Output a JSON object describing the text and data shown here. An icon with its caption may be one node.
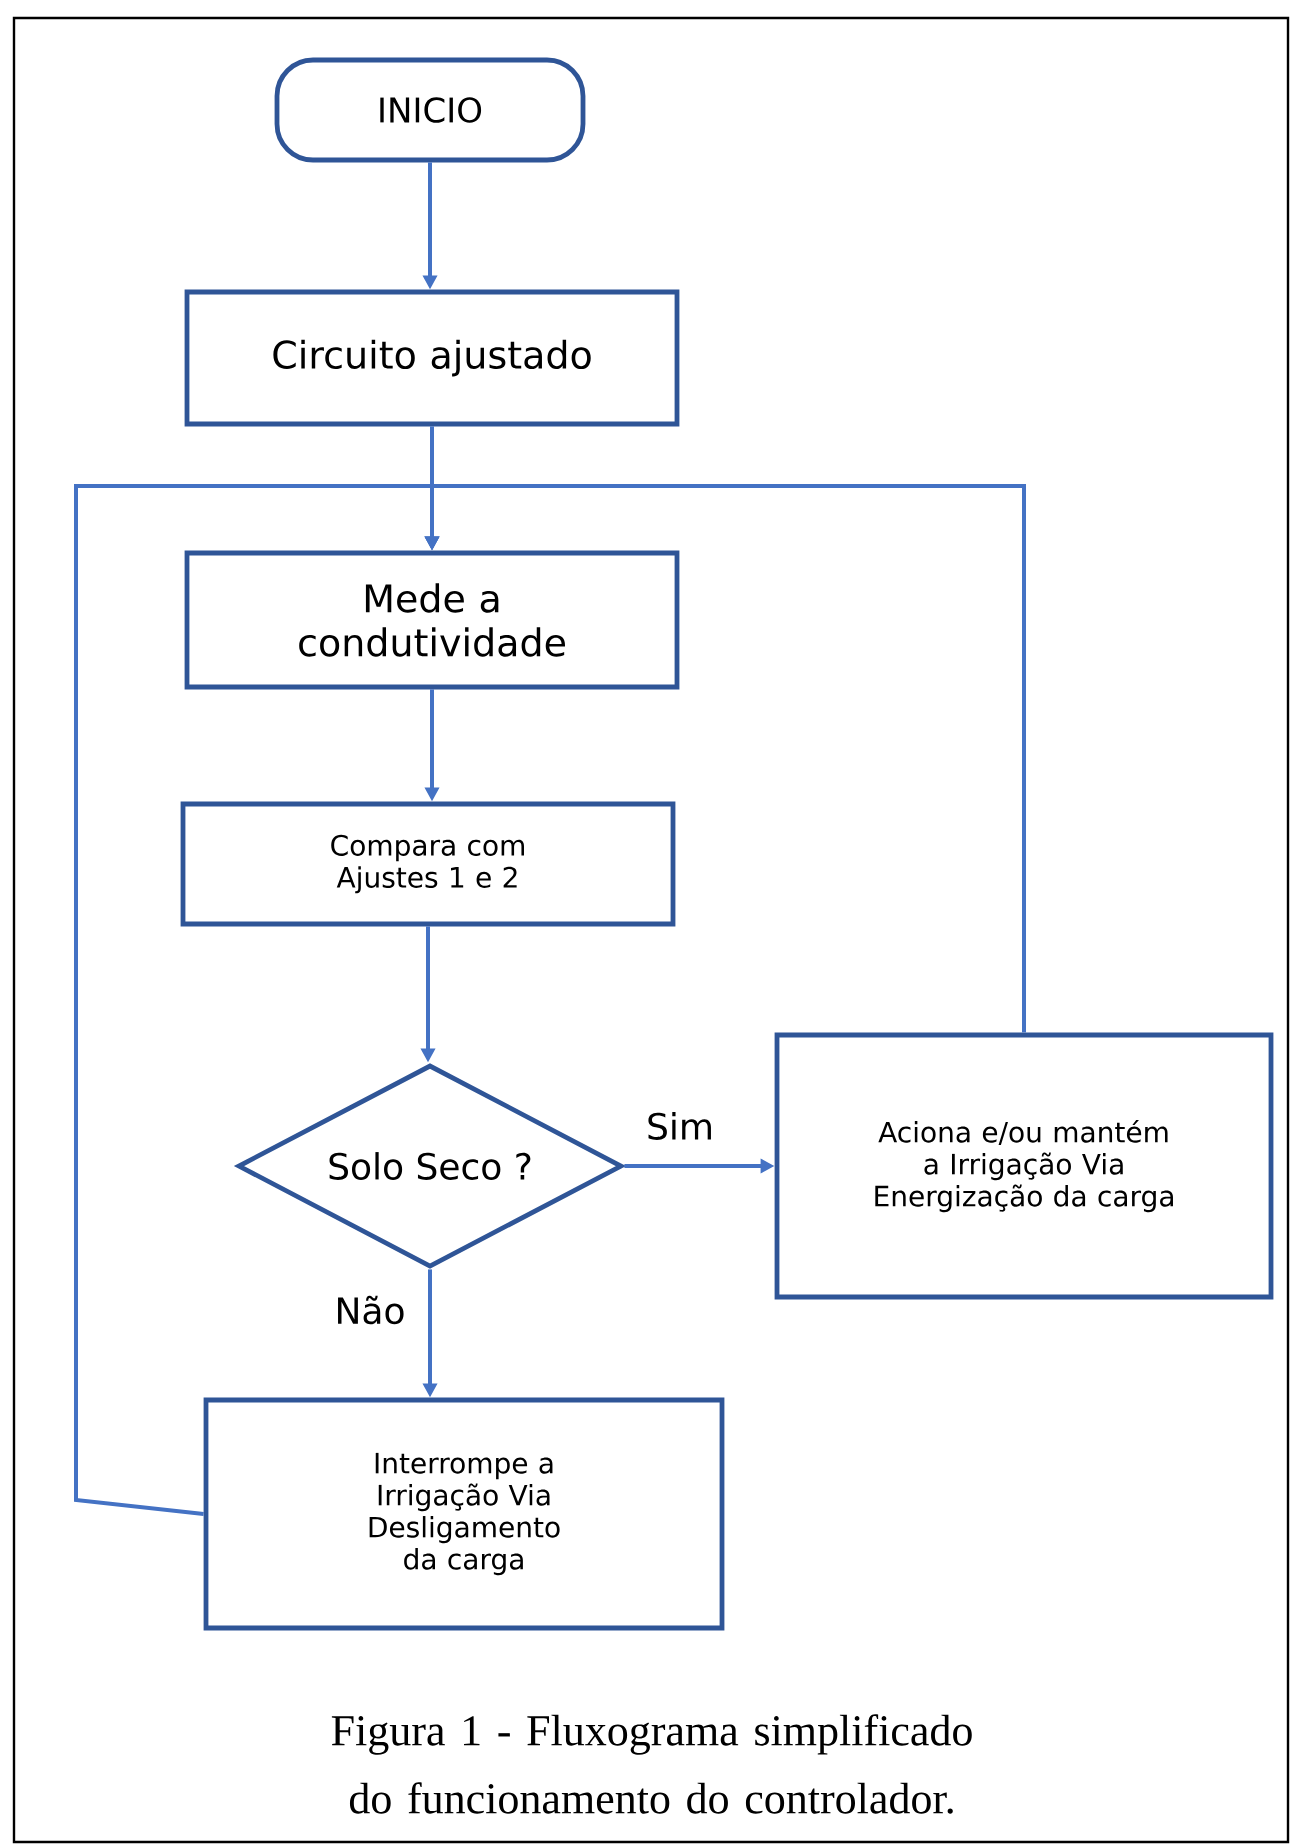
{
  "diagram": {
    "caption": "Figura 1 - Fluxograma simplificado do funcionamento do controlador.",
    "nodes": [
      {
        "text": [
          "INICIO"
        ]
      },
      {
        "text": [
          "Circuito ajustado"
        ]
      },
      {
        "text": [
          "Mede a condutividade"
        ]
      },
      {
        "text": [
          "Compara com Ajustes 1 e 2"
        ]
      },
      {
        "text": [
          "Solo Seco ?"
        ]
      },
      {
        "text": [
          "Aciona e/ou mantém a Irrigação Via Energização da carga"
        ]
      },
      {
        "text": [
          "Interrompe a Irrigação Via Desligamento da carga"
        ]
      }
    ],
    "edges": [
      {
        "from": 0,
        "to": 1,
        "arrow": "to"
      },
      {
        "from": 1,
        "to": 2,
        "arrow": "to"
      },
      {
        "from": 2,
        "to": 3,
        "arrow": "to"
      },
      {
        "from": 3,
        "to": 4,
        "arrow": "to"
      },
      {
        "from": 4,
        "to": 5,
        "arrow": "to",
        "label": "Sim"
      },
      {
        "from": 4,
        "to": 6,
        "arrow": "to",
        "label": "Não"
      },
      {
        "from": 6,
        "to": 2,
        "arrow": "to"
      },
      {
        "from": 5,
        "to": 2,
        "arrow": "to"
      }
    ]
  }
}
